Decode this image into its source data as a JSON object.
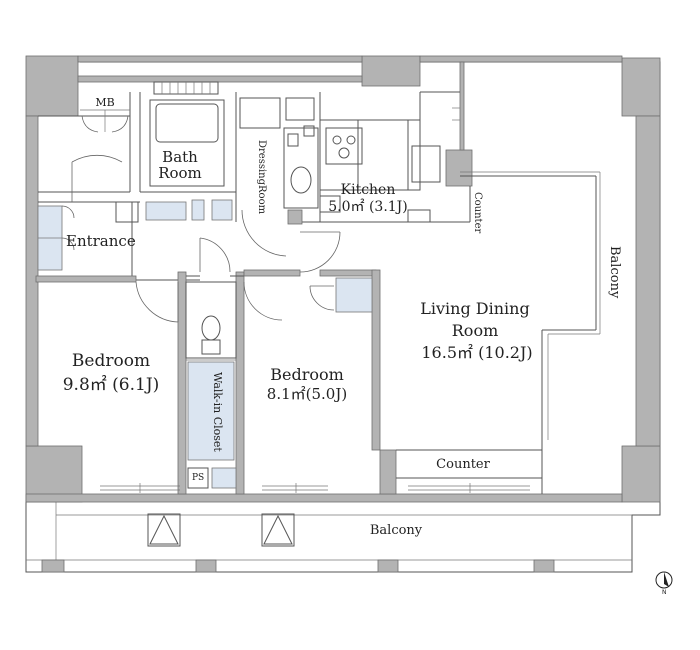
{
  "rooms": {
    "mb": "MB",
    "bath_line1": "Bath",
    "bath_line2": "Room",
    "dressing": "DressingRoom",
    "kitchen_name": "Kitchen",
    "kitchen_area": "5.0㎡ (3.1J)",
    "counter_vertical": "Counter",
    "entrance": "Entrance",
    "living_line1": "Living Dining",
    "living_line2": "Room",
    "living_area": "16.5㎡ (10.2J)",
    "bedroom1_name": "Bedroom",
    "bedroom1_area": "9.8㎡ (6.1J)",
    "bedroom2_name": "Bedroom",
    "bedroom2_area": "8.1㎡(5.0J)",
    "walkin": "Walk-in Closet",
    "ps": "PS",
    "counter_bottom": "Counter",
    "balcony_bottom": "Balcony",
    "balcony_right": "Balcony"
  },
  "compass": {
    "label": "N"
  }
}
